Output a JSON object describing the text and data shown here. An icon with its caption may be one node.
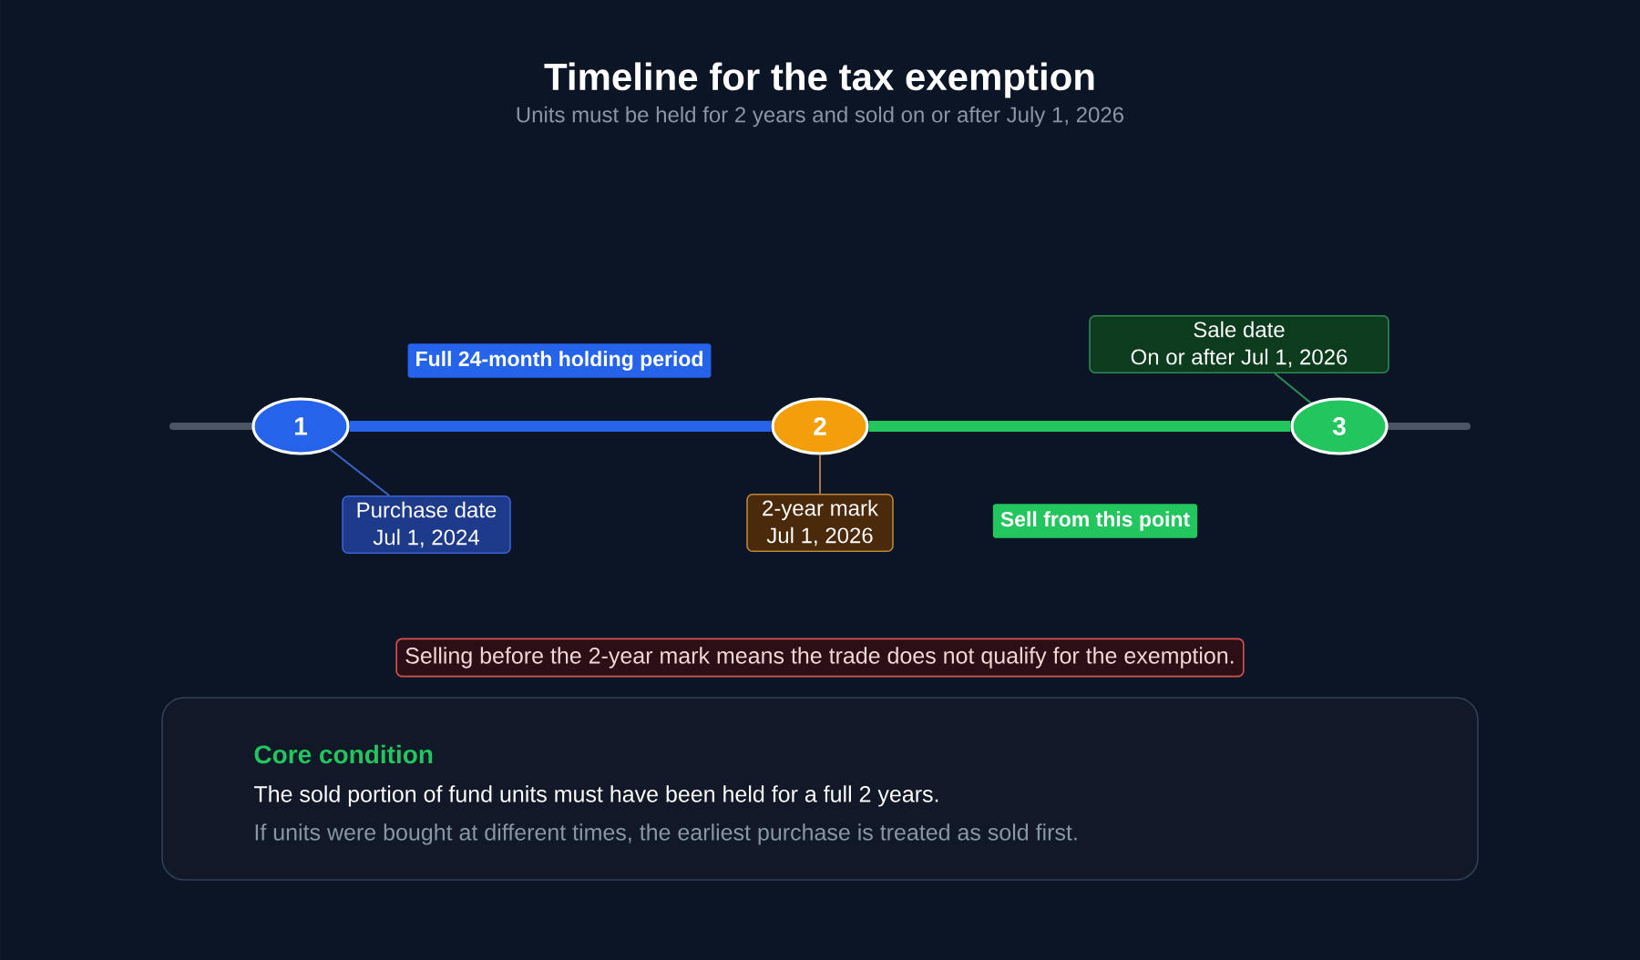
{
  "diagram": {
    "title": "Timeline for the tax exemption",
    "nodes": [
      {
        "text": [
          "1"
        ]
      },
      {
        "text": [
          "2"
        ]
      },
      {
        "text": [
          "3"
        ]
      },
      {
        "text": [
          "Purchase date",
          "Jul 1, 2024"
        ]
      },
      {
        "text": [
          "2-year mark",
          "Jul 1, 2026"
        ]
      },
      {
        "text": [
          "Sale date",
          "On or after Jul 1, 2026"
        ]
      },
      {
        "text": [
          "Core condition",
          "The sold portion of fund units must have been held for a full 2 years.",
          "If units were bought at different times, the earliest purchase is treated as sold first."
        ]
      }
    ],
    "edges": [
      {
        "from": 0,
        "to": 1,
        "arrow": "none",
        "style": "thick",
        "color": "#2563eb"
      },
      {
        "from": 1,
        "to": 2,
        "arrow": "none",
        "style": "thick",
        "color": "#22c55e"
      },
      {
        "from": 3,
        "to": 0,
        "arrow": "none",
        "color": "#3b63c4"
      },
      {
        "from": 4,
        "to": 1,
        "arrow": "none",
        "color": "#a57a4a"
      },
      {
        "from": 5,
        "to": 2,
        "arrow": "none",
        "color": "#2f8a52"
      }
    ],
    "labels": [
      "Units must be held for 2 years and sold on or after July 1, 2026",
      "Full 24-month holding period",
      "Sell from this point",
      "Selling before the 2-year mark means the trade does not qualify for the exemption."
    ]
  }
}
